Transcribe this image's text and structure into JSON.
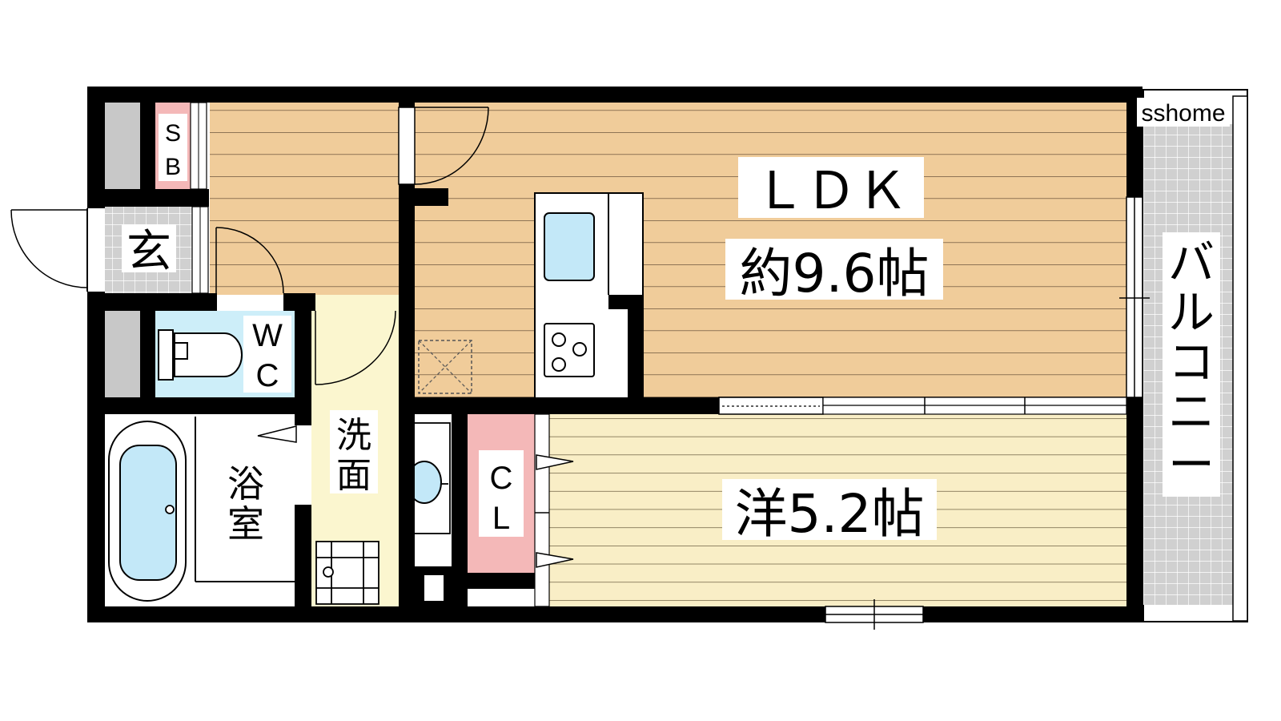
{
  "watermark": "sshome",
  "rooms": {
    "ldk": {
      "name": "ＬＤＫ",
      "size": "約9.6帖"
    },
    "western": {
      "size": "洋5.2帖"
    },
    "closet": {
      "line1": "C",
      "line2": "L"
    },
    "shoe_box": {
      "line1": "S",
      "line2": "B"
    },
    "entrance": {
      "name": "玄"
    },
    "toilet": {
      "line1": "W",
      "line2": "C"
    },
    "washroom": {
      "line1": "洗",
      "line2": "面"
    },
    "bathroom": {
      "line1": "浴",
      "line2": "室"
    },
    "balcony": {
      "chars": [
        "バ",
        "ル",
        "コ",
        "ニ",
        "ー"
      ]
    }
  },
  "colors": {
    "wall": "#000000",
    "ldk_floor": "#f0cc9a",
    "western_floor": "#f9eec6",
    "washroom_floor": "#fbf6cf",
    "closet": "#f4b8b8",
    "shoe_box": "#f4b8b8",
    "toilet": "#cdeef9",
    "fixture_blue": "#c3e8f8",
    "tile": "#d0d0d0",
    "storage_gray": "#c8c8c8"
  }
}
